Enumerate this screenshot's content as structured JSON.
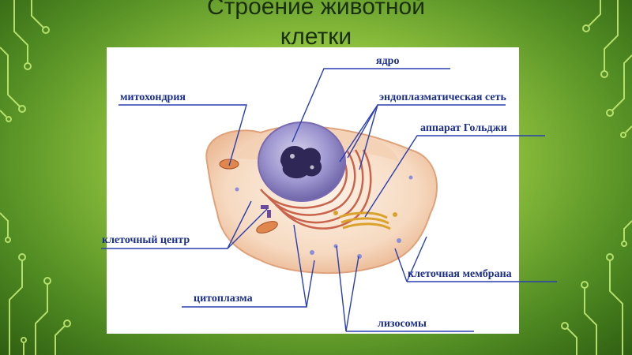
{
  "slide": {
    "title_line1": "Строение животной",
    "title_line2": "клетки"
  },
  "labels": {
    "nucleus": "ядро",
    "mitochondria": "митохондрия",
    "er": "эндоплазматическая  сеть",
    "golgi": "аппарат Гольджи",
    "centrosome": "клеточный центр",
    "membrane": "клеточная мембрана",
    "cytoplasm": "цитоплазма",
    "lysosomes": "лизосомы"
  },
  "colors": {
    "label": "#1b2f8a",
    "leader_line": "#2a3fb0",
    "background_green": "#8fc23e"
  }
}
